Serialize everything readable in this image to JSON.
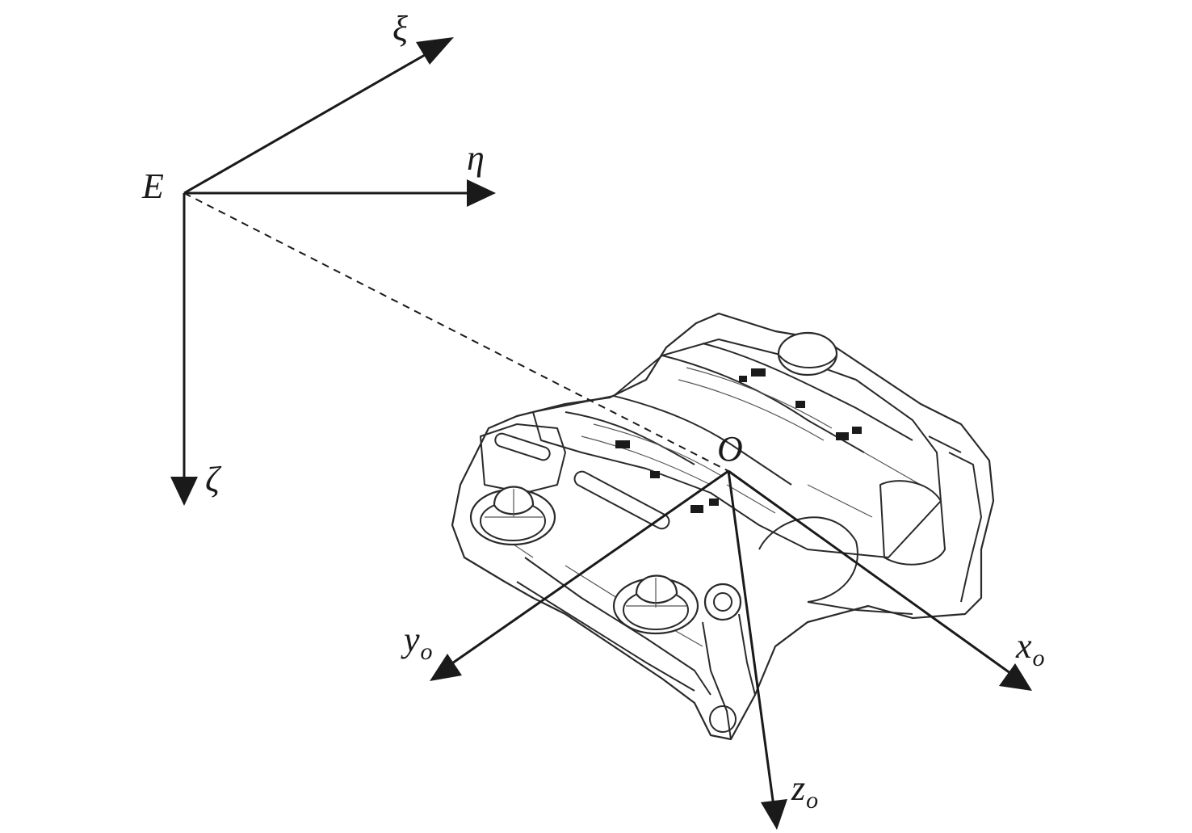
{
  "earth_frame": {
    "origin_label": "E",
    "axes": [
      {
        "name": "xi",
        "label": "ξ"
      },
      {
        "name": "eta",
        "label": "η"
      },
      {
        "name": "zeta",
        "label": "ζ"
      }
    ]
  },
  "body_frame": {
    "origin_label": "O",
    "axes": [
      {
        "name": "x",
        "label": "x",
        "subscript": "o"
      },
      {
        "name": "y",
        "label": "y",
        "subscript": "o"
      },
      {
        "name": "z",
        "label": "z",
        "subscript": "o"
      }
    ]
  },
  "colors": {
    "ink": "#1a1a1a",
    "background": "#ffffff"
  }
}
